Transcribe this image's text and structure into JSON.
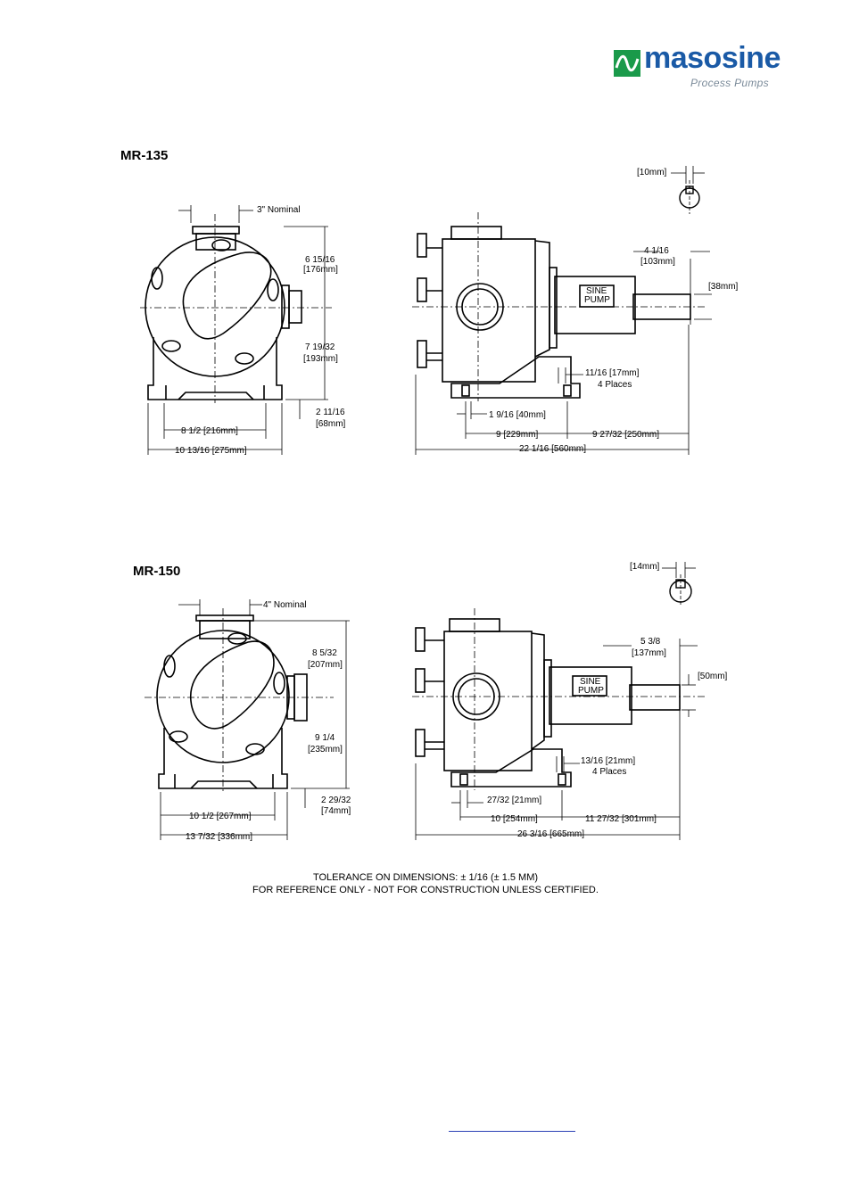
{
  "brand": {
    "name": "masosine",
    "tagline": "Process Pumps",
    "mark_color": "#1a9a4a",
    "word_color": "#1a5aa6"
  },
  "mr135": {
    "title": "MR-135",
    "nominal": "3\" Nominal",
    "h_top_in": "6 15/16",
    "h_top_mm": "[176mm]",
    "h_bot_in": "7 19/32",
    "h_bot_mm": "[193mm]",
    "foot_h_in": "2 11/16",
    "foot_h_mm": "[68mm]",
    "foot_w": "8 1/2 [216mm]",
    "overall_w": "10 13/16 [275mm]",
    "key_w": "[10mm]",
    "shaft_len_in": "4 1/16",
    "shaft_len_mm": "[103mm]",
    "shaft_dia": "[38mm]",
    "sine_label_1": "SINE",
    "sine_label_2": "PUMP",
    "hole": "11/16 [17mm]",
    "hole_places": "4 Places",
    "hole_offset": "1 9/16 [40mm]",
    "base_a": "9 [229mm]",
    "base_b": "9 27/32 [250mm]",
    "overall_len": "22 1/16 [560mm]"
  },
  "mr150": {
    "title": "MR-150",
    "nominal": "4\" Nominal",
    "h_top_in": "8 5/32",
    "h_top_mm": "[207mm]",
    "h_bot_in": "9 1/4",
    "h_bot_mm": "[235mm]",
    "foot_h_in": "2 29/32",
    "foot_h_mm": "[74mm]",
    "foot_w": "10 1/2 [267mm]",
    "overall_w": "13 7/32 [336mm]",
    "key_w": "[14mm]",
    "shaft_len_in": "5 3/8",
    "shaft_len_mm": "[137mm]",
    "shaft_dia": "[50mm]",
    "sine_label_1": "SINE",
    "sine_label_2": "PUMP",
    "hole": "13/16 [21mm]",
    "hole_places": "4 Places",
    "hole_offset": "27/32 [21mm]",
    "base_a": "10 [254mm]",
    "base_b": "11 27/32 [301mm]",
    "overall_len": "26 3/16 [665mm]"
  },
  "notes": {
    "tolerance": "TOLERANCE ON DIMENSIONS:  ± 1/16 (± 1.5 MM)",
    "reference": "FOR REFERENCE ONLY - NOT FOR CONSTRUCTION UNLESS CERTIFIED."
  }
}
